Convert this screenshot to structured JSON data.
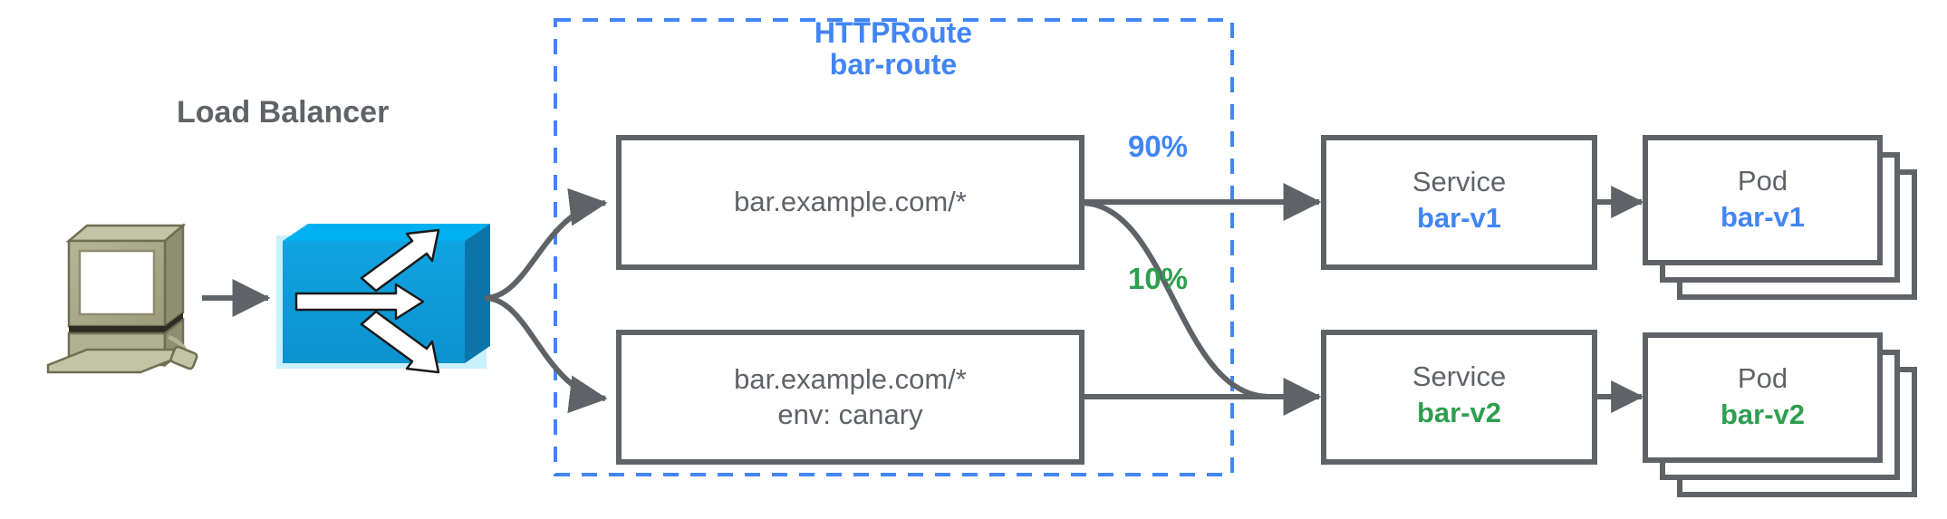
{
  "diagram": {
    "title": "HTTPRoute traffic splitting canary diagram",
    "colors": {
      "blue": "#4285F4",
      "green": "#2E9E4F",
      "gray_stroke": "#5F6368",
      "lb_front": "#0D9DDB",
      "lb_top": "#00B0F0",
      "lb_side": "#0B74A8",
      "computer_body": "#A9A98A"
    },
    "client": {
      "icon": "desktop-computer-icon"
    },
    "load_balancer": {
      "label": "Load Balancer",
      "icon": "load-balancer-cube-icon"
    },
    "httproute": {
      "kind_label": "HTTPRoute",
      "name_label": "bar-route",
      "border_style": "dashed",
      "rules": [
        {
          "id": "rule-primary",
          "lines": [
            "bar.example.com/*"
          ]
        },
        {
          "id": "rule-canary",
          "lines": [
            "bar.example.com/*",
            "env: canary"
          ]
        }
      ]
    },
    "weights": [
      {
        "id": "weight-90",
        "label": "90%",
        "color": "#4285F4"
      },
      {
        "id": "weight-10",
        "label": "10%",
        "color": "#2E9E4F"
      }
    ],
    "services": [
      {
        "id": "service-bar-v1",
        "kind": "Service",
        "name": "bar-v1",
        "color": "#4285F4"
      },
      {
        "id": "service-bar-v2",
        "kind": "Service",
        "name": "bar-v2",
        "color": "#2E9E4F"
      }
    ],
    "pods": [
      {
        "id": "pod-bar-v1",
        "kind": "Pod",
        "name": "bar-v1",
        "color": "#4285F4",
        "stack_count": 3
      },
      {
        "id": "pod-bar-v2",
        "kind": "Pod",
        "name": "bar-v2",
        "color": "#2E9E4F",
        "stack_count": 3
      }
    ]
  }
}
